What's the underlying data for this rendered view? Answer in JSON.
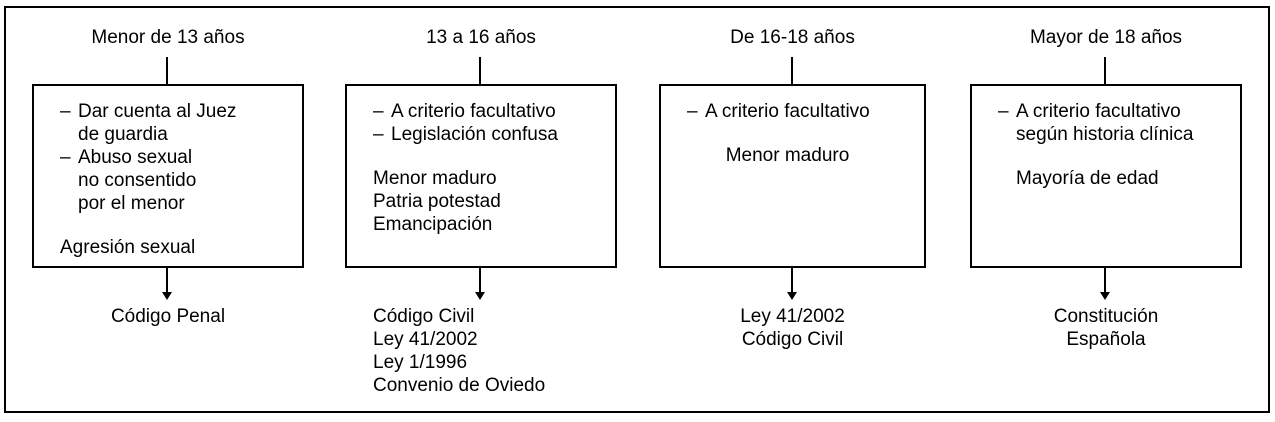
{
  "diagram": {
    "columns": [
      {
        "header": "Menor de 13 años",
        "box": {
          "bullets": [
            {
              "dash": "–",
              "text": "Dar cuenta al Juez",
              "continuation": [
                "de guardia"
              ]
            },
            {
              "dash": "–",
              "text": "Abuso sexual",
              "continuation": [
                "no consentido",
                "por el menor"
              ]
            }
          ],
          "sub_lines": [
            "Agresión sexual"
          ]
        },
        "footer_lines": [
          "Código Penal"
        ],
        "footer_align": "center"
      },
      {
        "header": "13 a 16 años",
        "box": {
          "bullets": [
            {
              "dash": "–",
              "text": "A criterio facultativo",
              "continuation": []
            },
            {
              "dash": "–",
              "text": "Legislación confusa",
              "continuation": []
            }
          ],
          "sub_lines": [
            "Menor maduro",
            "Patria potestad",
            "Emancipación"
          ]
        },
        "footer_lines": [
          "Código Civil",
          "Ley 41/2002",
          "Ley 1/1996",
          "Convenio de Oviedo"
        ],
        "footer_align": "left"
      },
      {
        "header": "De 16-18 años",
        "box": {
          "bullets": [
            {
              "dash": "–",
              "text": "A criterio facultativo",
              "continuation": []
            }
          ],
          "sub_lines": [
            "Menor maduro"
          ]
        },
        "footer_lines": [
          "Ley 41/2002",
          "Código Civil"
        ],
        "footer_align": "center"
      },
      {
        "header": "Mayor de 18 años",
        "box": {
          "bullets": [
            {
              "dash": "–",
              "text": "A criterio facultativo",
              "continuation": [
                "según historia clínica"
              ]
            }
          ],
          "sub_lines": [
            "Mayoría de edad"
          ]
        },
        "footer_lines": [
          "Constitución",
          "Española"
        ],
        "footer_align": "center"
      }
    ],
    "colors": {
      "stroke": "#000000",
      "background": "#ffffff",
      "text": "#000000"
    }
  }
}
